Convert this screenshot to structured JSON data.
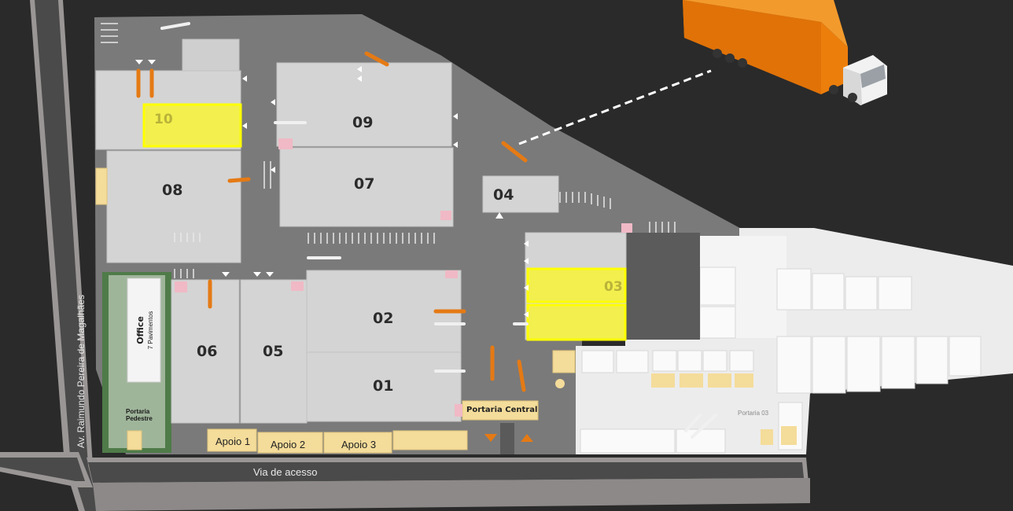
{
  "roads": {
    "avenue": "Av. Raimundo Pereira de Magalhães",
    "access_road": "Via de acesso"
  },
  "buildings": {
    "b10": "10",
    "b09": "09",
    "b08": "08",
    "b07": "07",
    "b04": "04",
    "b03": "03",
    "b02": "02",
    "b01": "01",
    "b06": "06",
    "b05": "05"
  },
  "office": {
    "title": "Office",
    "subtitle": "7 Pavimentos"
  },
  "gates": {
    "central": "Portaria Central",
    "pedestrian_line1": "Portaria",
    "pedestrian_line2": "Pedestre",
    "gate03": "Portaria 03"
  },
  "support": {
    "apoio1": "Apoio 1",
    "apoio2": "Apoio 2",
    "apoio3": "Apoio 3"
  },
  "colors": {
    "background": "#2a2a2a",
    "paved_area": "#777777",
    "building": "#d2d2d2",
    "highlight": "#f2ef4e",
    "highlight_border": "#ffff00",
    "accent_orange": "#e57a14",
    "support_yellow": "#f4dc9a",
    "green_area": "#5f8f5a"
  },
  "highlighted_units": [
    "10",
    "03"
  ]
}
